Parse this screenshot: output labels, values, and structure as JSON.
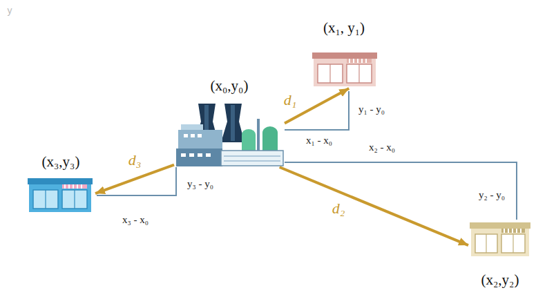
{
  "diagram": {
    "nodes": [
      {
        "text": [
          "(x₀,y₀)"
        ]
      },
      {
        "text": [
          "(x₁, y₁)"
        ]
      },
      {
        "text": [
          "(x₂,y₂)"
        ]
      },
      {
        "text": [
          "(x₃,y₃)"
        ]
      }
    ],
    "edges": [
      {
        "from": 0,
        "to": 1,
        "arrow": "to",
        "label": "d₁"
      },
      {
        "from": 0,
        "to": 2,
        "arrow": "to",
        "label": "d₂"
      },
      {
        "from": 0,
        "to": 3,
        "arrow": "to",
        "label": "d₃"
      }
    ],
    "labels": [
      "y",
      "y₁ - y₀",
      "x₁ - x₀",
      "x₂ - x₀",
      "y₂ - y₀",
      "y₃ - y₀",
      "x₃ - x₀"
    ]
  }
}
